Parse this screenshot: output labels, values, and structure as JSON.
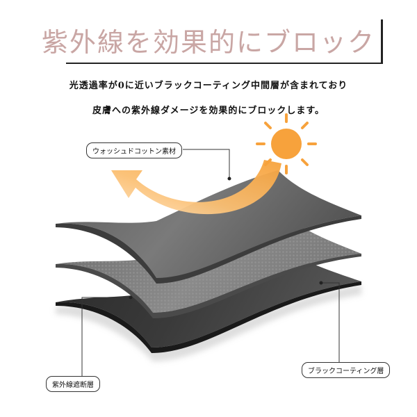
{
  "title": "紫外線を効果的にブロック",
  "description": {
    "line1": "光透過率が0に近いブラックコーティング中間層が含まれており",
    "line2": "皮膚への紫外線ダメージを効果的にブロックします。"
  },
  "layers": {
    "top_label": "ウォッシュドコットン素材",
    "middle_label": "ブラックコーティング層",
    "bottom_label": "紫外線遮断層"
  },
  "colors": {
    "title": "#c9a6a4",
    "sun": "#f7a23c",
    "arrow": "#f8a94a"
  }
}
